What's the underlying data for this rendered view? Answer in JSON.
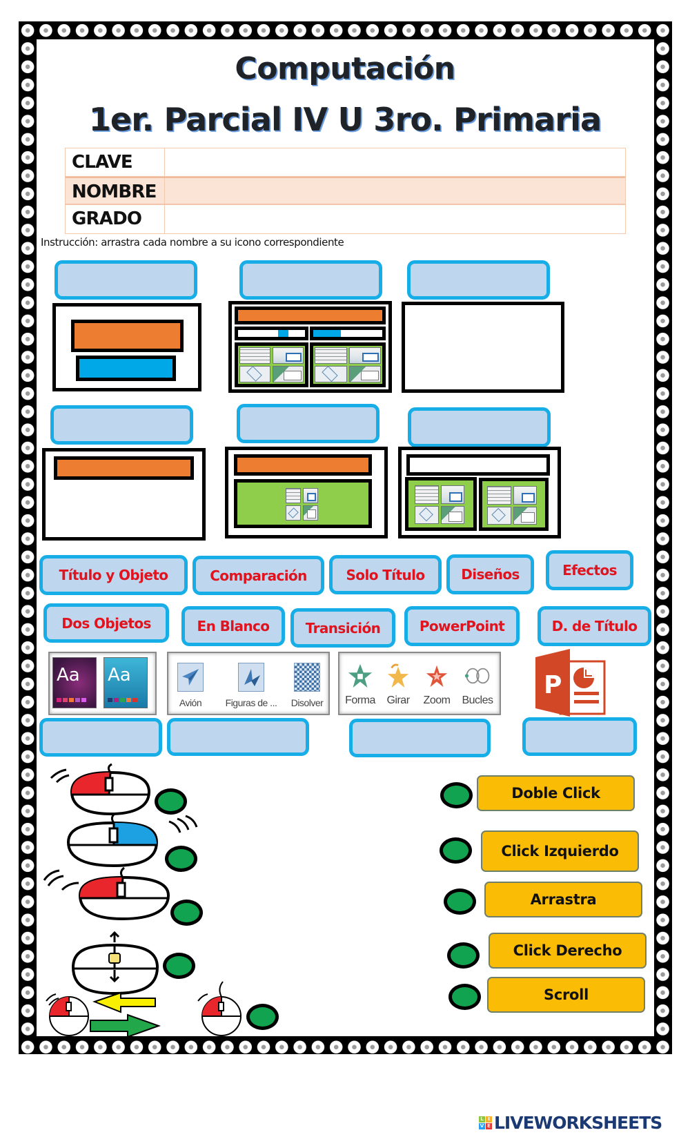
{
  "header": {
    "title": "Computación",
    "subtitle": "1er. Parcial IV U 3ro. Primaria"
  },
  "info_table": [
    {
      "label": "CLAVE",
      "value": ""
    },
    {
      "label": "NOMBRE",
      "value": ""
    },
    {
      "label": "GRADO",
      "value": ""
    }
  ],
  "instruction": "Instrucción: arrastra cada nombre a su icono correspondiente",
  "layout_thumbnails": [
    {
      "name": "title-slide-layout",
      "answer": ""
    },
    {
      "name": "comparison-layout",
      "answer": ""
    },
    {
      "name": "blank-layout",
      "answer": ""
    },
    {
      "name": "title-only-layout",
      "answer": ""
    },
    {
      "name": "title-and-content-layout",
      "answer": ""
    },
    {
      "name": "two-content-layout",
      "answer": ""
    }
  ],
  "word_chips": [
    {
      "label": "Título y Objeto"
    },
    {
      "label": "Comparación"
    },
    {
      "label": "Solo Título"
    },
    {
      "label": "Diseños"
    },
    {
      "label": "Efectos"
    },
    {
      "label": "Dos Objetos"
    },
    {
      "label": "En Blanco"
    },
    {
      "label": "Transición"
    },
    {
      "label": "PowerPoint"
    },
    {
      "label": "D. de Título"
    }
  ],
  "ribbon_images": {
    "themes": {
      "theme_text": "Aa"
    },
    "transitions": [
      {
        "label": "Avión",
        "icon": "paper-plane-icon"
      },
      {
        "label": "Figuras de ...",
        "icon": "origami-icon"
      },
      {
        "label": "Disolver",
        "icon": "dissolve-icon"
      }
    ],
    "effects": [
      {
        "label": "Forma",
        "icon": "star-shape-icon"
      },
      {
        "label": "Girar",
        "icon": "star-spin-icon"
      },
      {
        "label": "Zoom",
        "icon": "star-zoom-icon"
      },
      {
        "label": "Bucles",
        "icon": "loop-icon"
      }
    ],
    "app_logo": {
      "letter": "P",
      "icon": "powerpoint-logo-icon"
    }
  },
  "mouse_actions": {
    "images": [
      "double-click-mouse",
      "right-click-mouse",
      "left-click-mouse",
      "scroll-mouse",
      "drag-mouse"
    ],
    "buttons": [
      {
        "label": "Doble Click"
      },
      {
        "label": "Click Izquierdo"
      },
      {
        "label": "Arrastra"
      },
      {
        "label": "Click Derecho"
      },
      {
        "label": "Scroll"
      }
    ]
  },
  "colors": {
    "drop_fill": "#bed7ee",
    "drop_border": "#17aee8",
    "chip_text": "#e0141f",
    "action_button": "#fbbc05",
    "connector_dot": "#12a350",
    "slide_title": "#ed7d31",
    "slide_subtitle": "#00a8e8",
    "slide_content": "#8fce4b",
    "powerpoint": "#d24726"
  },
  "footer": {
    "brand": "LIVEWORKSHEETS",
    "brand_badge": [
      "L",
      "I",
      "V",
      "E"
    ]
  }
}
